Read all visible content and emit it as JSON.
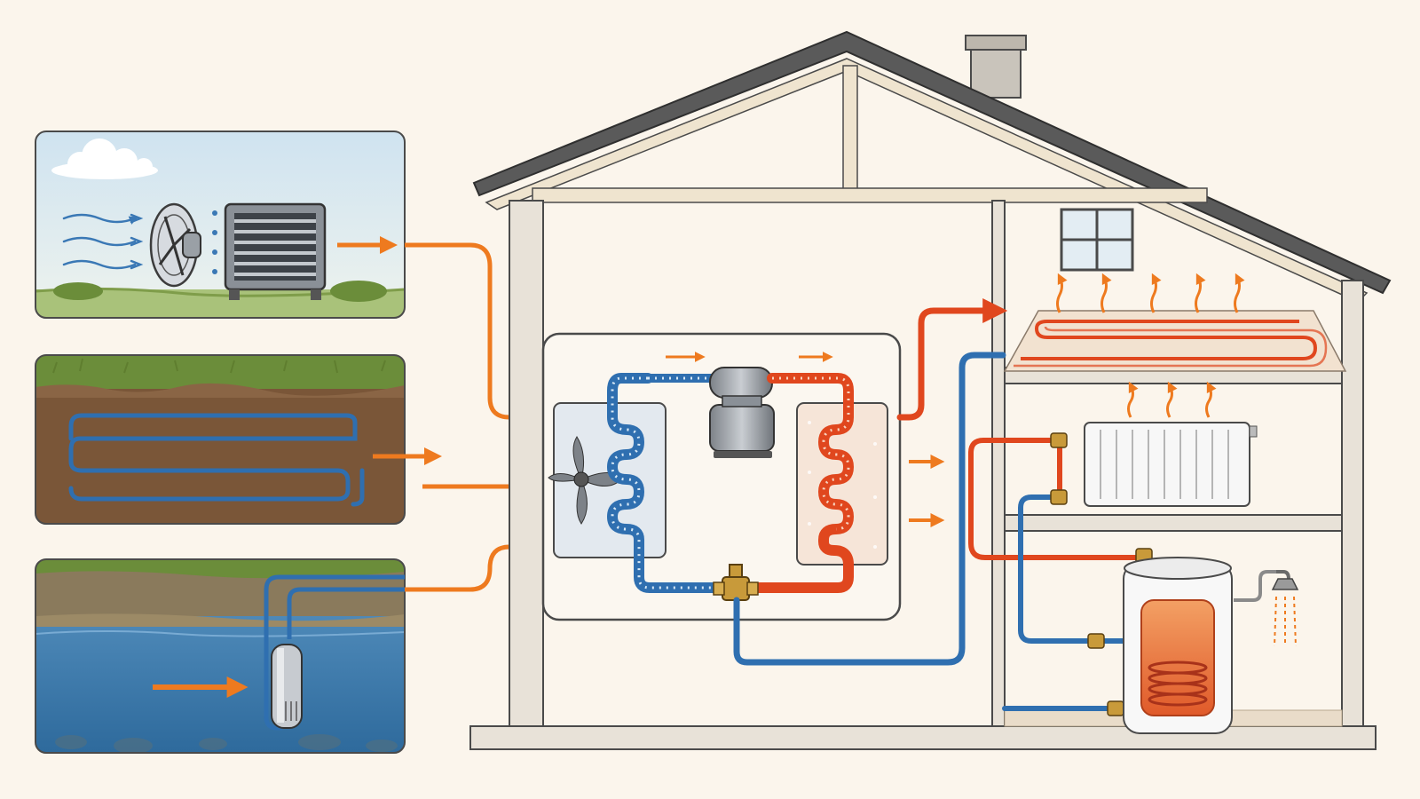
{
  "colors": {
    "background": "#fbf5ec",
    "cold_pipe": "#2f6fb0",
    "hot_pipe": "#e0471e",
    "flow_arrow": "#ee7a1f",
    "wall": "#e8e2d8",
    "wall_outline": "#4a4a4a",
    "roof": "#5a5a5a",
    "water": "#3f7fb2",
    "soil": "#7a5638",
    "grass": "#6b8d3a",
    "sky": "#d9e8f2",
    "brass": "#c89a3a"
  },
  "sources": [
    {
      "name": "air-source-panel",
      "icons": [
        "fan-icon",
        "air-coil-icon",
        "wind-lines-icon"
      ]
    },
    {
      "name": "ground-source-panel",
      "icons": [
        "ground-loop-icon"
      ]
    },
    {
      "name": "water-source-panel",
      "icons": [
        "well-pump-icon"
      ]
    }
  ],
  "heat_pump": {
    "components": [
      "evaporator-coil",
      "compressor",
      "condenser-coil",
      "expansion-valve"
    ]
  },
  "house": {
    "emitters": [
      "underfloor-heating-loop",
      "radiator",
      "hot-water-cylinder",
      "shower"
    ]
  }
}
